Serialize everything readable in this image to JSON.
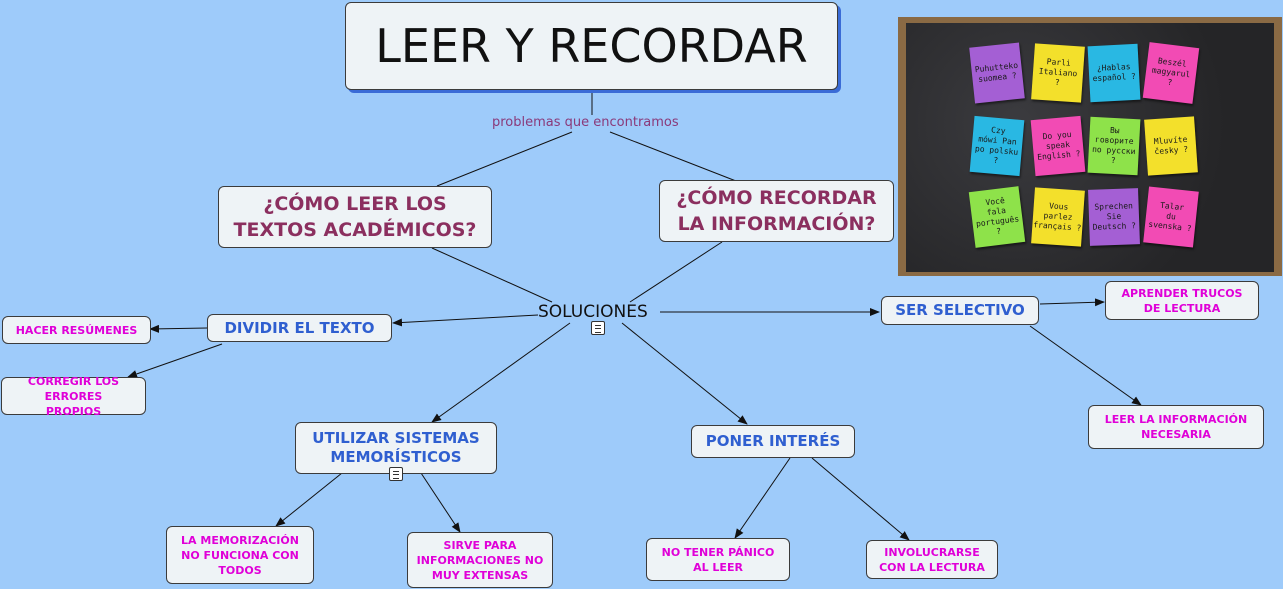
{
  "title": "LEER Y RECORDAR",
  "link_label": "problemas que encontramos",
  "questions": [
    "¿CÓMO LEER LOS TEXTOS ACADÉMICOS?",
    "¿CÓMO RECORDAR LA INFORMACIÓN?"
  ],
  "hub": "SOLUCIONES",
  "branches": {
    "dividir": "DIVIDIR EL TEXTO",
    "selectivo": "SER SELECTIVO",
    "utilizar": "UTILIZAR SISTEMAS MEMORÍSTICOS",
    "interes": "PONER INTERÉS"
  },
  "leaves": {
    "resumenes": "HACER RESÚMENES",
    "corregir": "CORREGIR LOS ERRORES PROPIOS",
    "trucos": "APRENDER TRUCOS DE LECTURA",
    "necesaria": "LEER LA INFORMACIÓN NECESARIA",
    "memorizacion": "LA MEMORIZACIÓN NO FUNCIONA CON TODOS",
    "sirve": "SIRVE PARA INFORMACIONES NO MUY EXTENSAS",
    "panico": "NO TENER PÁNICO AL LEER",
    "involucrarse": "INVOLUCRARSE CON LA LECTURA"
  },
  "photo": {
    "notes": [
      {
        "text": "Puhutteko\nsuomea ?",
        "color": "#a45fd4"
      },
      {
        "text": "Parli\nItaliano\n?",
        "color": "#f3e02b"
      },
      {
        "text": "¿Hablas\nespañol ?",
        "color": "#29b8e3"
      },
      {
        "text": "Beszél\nmagyarul\n?",
        "color": "#f24bb4"
      },
      {
        "text": "Czy\nmówi Pan\npo polsku ?",
        "color": "#29b8e3"
      },
      {
        "text": "Do you\nspeak\nEnglish ?",
        "color": "#f24bb4"
      },
      {
        "text": "Вы\nговорите\nпо русски ?",
        "color": "#8ee24a"
      },
      {
        "text": "Mluvíte\nčesky ?",
        "color": "#f3e02b"
      },
      {
        "text": "Você\nfala\nportuguês ?",
        "color": "#8ee24a"
      },
      {
        "text": "Vous\nparlez\nfrançais ?",
        "color": "#f3e02b"
      },
      {
        "text": "Sprechen\nSie\nDeutsch ?",
        "color": "#a45fd4"
      },
      {
        "text": "Talar\ndu\nsvenska ?",
        "color": "#f24bb4"
      }
    ]
  }
}
